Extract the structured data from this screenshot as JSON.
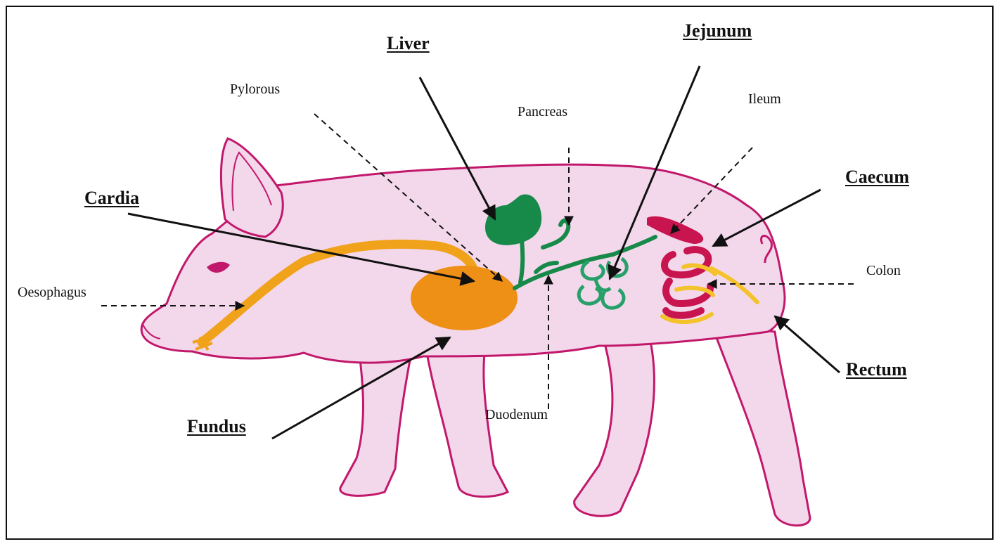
{
  "labels": {
    "liver": "Liver",
    "jejunum": "Jejunum",
    "pylorous": "Pylorous",
    "pancreas": "Pancreas",
    "ileum": "Ileum",
    "cardia": "Cardia",
    "caecum": "Caecum",
    "oesophagus": "Oesophagus",
    "colon": "Colon",
    "duodenum": "Duodenum",
    "fundus": "Fundus",
    "rectum": "Rectum"
  },
  "colors": {
    "body_fill": "#f3d8ec",
    "body_outline": "#c2186b",
    "stomach": "#ee8f16",
    "oesophagus": "#f0a21a",
    "liver": "#178a4a",
    "intestine": "#27a06a",
    "caecum": "#c8154f",
    "colon": "#f4c22a"
  }
}
